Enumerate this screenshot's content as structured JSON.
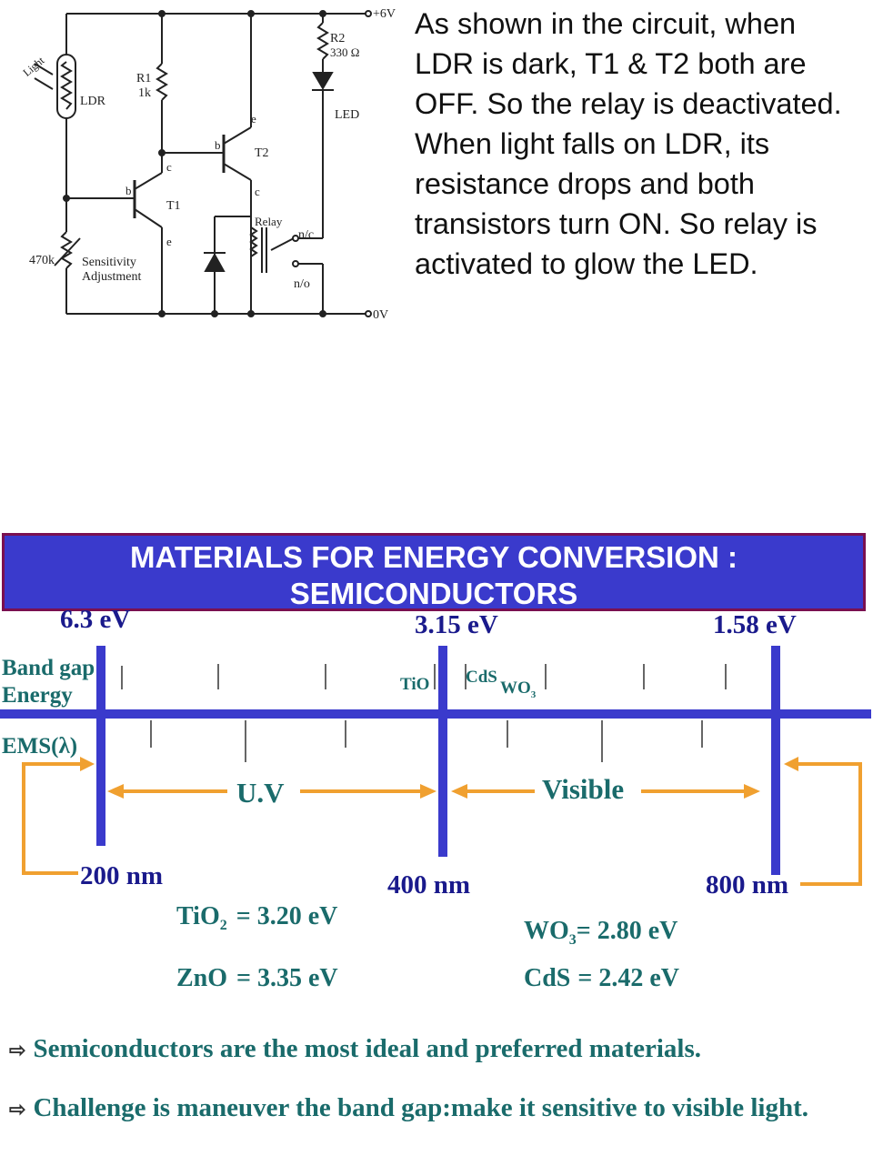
{
  "circuit": {
    "labels": {
      "light": "Light",
      "ldr": "LDR",
      "r1": "R1",
      "r1_value": "1k",
      "r2": "R2",
      "r2_value": "330 Ω",
      "supply": "+6V",
      "ground": "0V",
      "led": "LED",
      "t1": "T1",
      "t2": "T2",
      "relay": "Relay",
      "nc": "n/c",
      "no": "n/o",
      "pot": "470k",
      "sensitivity1": "Sensitivity",
      "sensitivity2": "Adjustment",
      "b": "b",
      "c": "c",
      "e": "e"
    },
    "explanation": [
      "As shown in the circuit, when LDR is dark, T1 & T2 both are OFF. So the relay is deactivated.",
      "When light falls on LDR, its resistance drops and both transistors turn ON. So relay is activated to glow the LED."
    ]
  },
  "slide": {
    "title_line1": "MATERIALS FOR ENERGY CONVERSION :",
    "title_line2": "SEMICONDUCTORS",
    "band_gap_label1": "Band gap",
    "band_gap_label2": "Energy",
    "ems_label": "EMS(λ)",
    "energies": [
      "6.3 eV",
      "3.15 eV",
      "1.58 eV"
    ],
    "wavelengths": [
      "200 nm",
      "400 nm",
      "800 nm"
    ],
    "regions": [
      "U.V",
      "Visible"
    ],
    "marker_labels": [
      "TiO",
      "CdS",
      "WO"
    ],
    "marker_sub": "3",
    "materials": [
      {
        "name": "TiO",
        "sub": "2",
        "value": "=  3.20 eV"
      },
      {
        "name": "ZnO",
        "sub": "",
        "value": "=  3.35 eV"
      },
      {
        "name": "WO",
        "sub": "3",
        "value": "= 2.80 eV"
      },
      {
        "name": "CdS",
        "sub": "",
        "value": "= 2.42 eV"
      }
    ],
    "notes": [
      "Semiconductors are the most ideal and preferred materials.",
      "Challenge is maneuver the band gap:make it sensitive to visible light."
    ],
    "colors": {
      "title_bg": "#3a3acc",
      "title_border": "#7a1050",
      "axis": "#3a3acc",
      "arrow": "#f0a030",
      "energy_text": "#1a1a8c",
      "label_text": "#1a6b6b"
    }
  }
}
